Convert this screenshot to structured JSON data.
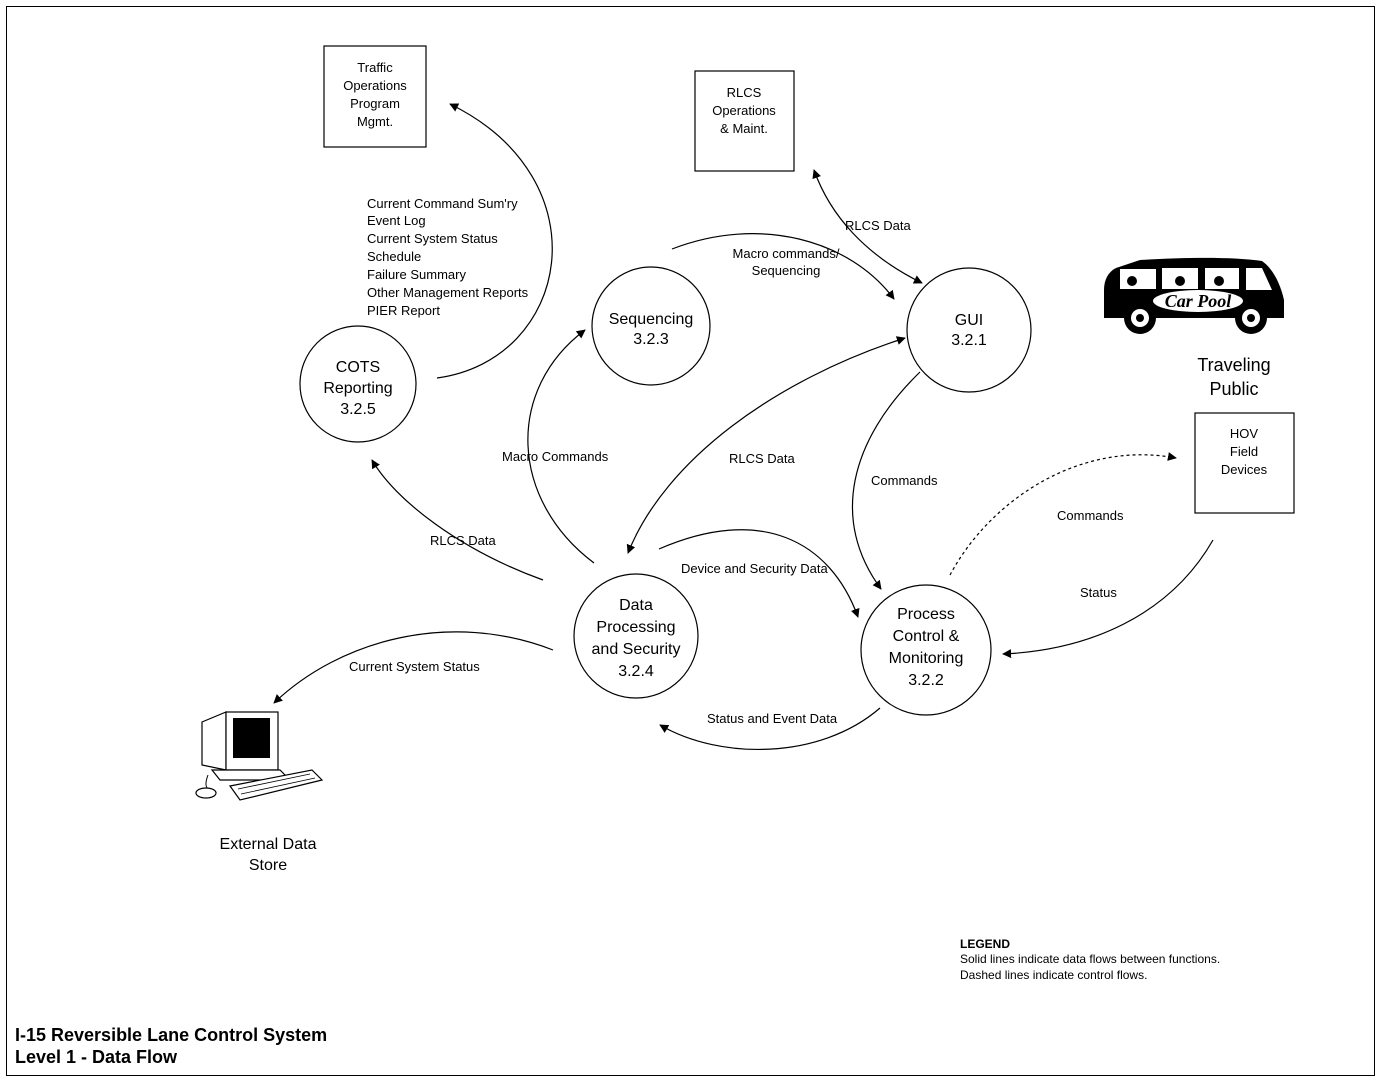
{
  "externals": {
    "traffic_ops": [
      "Traffic",
      "Operations",
      "Program",
      "Mgmt."
    ],
    "rlcs_ops": [
      "RLCS",
      "Operations",
      "& Maint."
    ],
    "hov_devices": [
      "HOV",
      "Field",
      "Devices"
    ],
    "traveling_public": [
      "Traveling",
      "Public"
    ],
    "car_pool_sign": "Car Pool",
    "external_data_store": [
      "External Data",
      "Store"
    ]
  },
  "processes": {
    "gui": [
      "GUI",
      "3.2.1"
    ],
    "process_control": [
      "Process",
      "Control &",
      "Monitoring",
      "3.2.2"
    ],
    "sequencing": [
      "Sequencing",
      "3.2.3"
    ],
    "data_processing": [
      "Data",
      "Processing",
      "and Security",
      "3.2.4"
    ],
    "cots_reporting": [
      "COTS",
      "Reporting",
      "3.2.5"
    ]
  },
  "flows": {
    "cots_reports": [
      "Current Command Sum'ry",
      "Event Log",
      "Current System Status",
      "Schedule",
      "Failure Summary",
      "Other Management Reports",
      "PIER Report"
    ],
    "rlcs_data_ops": "RLCS Data",
    "macro_seq": [
      "Macro commands/",
      "Sequencing"
    ],
    "macro_commands": "Macro Commands",
    "rlcs_data_center": "RLCS Data",
    "rlcs_data_cots": "RLCS Data",
    "commands_gui": "Commands",
    "commands_hov": "Commands",
    "status": "Status",
    "device_security": "Device and Security Data",
    "current_status": "Current System Status",
    "status_event": "Status and Event Data"
  },
  "legend": {
    "title": "LEGEND",
    "lines": [
      "Solid lines indicate data flows between functions.",
      "Dashed lines indicate control flows."
    ]
  },
  "footer": {
    "title_lines": [
      "I-15 Reversible Lane Control System",
      "Level 1 - Data Flow"
    ]
  }
}
